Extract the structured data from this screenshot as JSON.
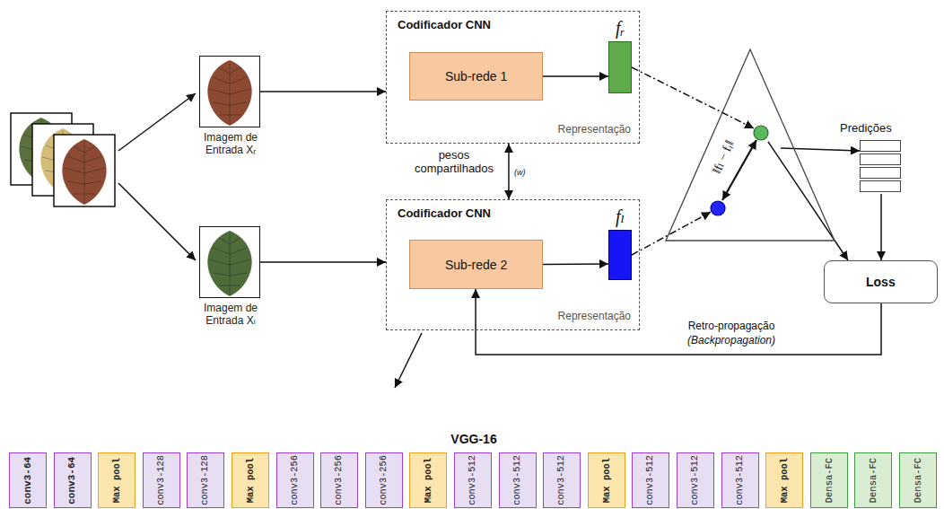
{
  "diagram": {
    "nodes": [
      {
        "text": [
          "Imagem de Entrada Xᵣ"
        ]
      },
      {
        "text": [
          "Imagem de Entrada Xₗ"
        ]
      },
      {
        "text": [
          "Codificador CNN"
        ]
      },
      {
        "text": [
          "Sub-rede 1"
        ],
        "in": 2
      },
      {
        "text": [
          "fᵣ",
          "Representação"
        ],
        "in": 2
      },
      {
        "text": [
          "Codificador CNN"
        ]
      },
      {
        "text": [
          "Sub-rede 2"
        ],
        "in": 5
      },
      {
        "text": [
          "fₗ",
          "Representação"
        ],
        "in": 5
      },
      {
        "text": [
          "‖fₗ − fᵣ‖"
        ]
      },
      {
        "text": [
          "Predições"
        ]
      },
      {
        "text": [
          "Loss"
        ]
      },
      {
        "text": [
          "conv3-64"
        ]
      },
      {
        "text": [
          "conv3-64"
        ]
      },
      {
        "text": [
          "Max pool"
        ]
      },
      {
        "text": [
          "conv3-128"
        ]
      },
      {
        "text": [
          "conv3-128"
        ]
      },
      {
        "text": [
          "Max pool"
        ]
      },
      {
        "text": [
          "conv3-256"
        ]
      },
      {
        "text": [
          "conv3-256"
        ]
      },
      {
        "text": [
          "conv3-256"
        ]
      },
      {
        "text": [
          "Max pool"
        ]
      },
      {
        "text": [
          "conv3-512"
        ]
      },
      {
        "text": [
          "conv3-512"
        ]
      },
      {
        "text": [
          "conv3-512"
        ]
      },
      {
        "text": [
          "Max pool"
        ]
      },
      {
        "text": [
          "conv3-512"
        ]
      },
      {
        "text": [
          "conv3-512"
        ]
      },
      {
        "text": [
          "conv3-512"
        ]
      },
      {
        "text": [
          "Max pool"
        ]
      },
      {
        "text": [
          "Densa-FC"
        ]
      },
      {
        "text": [
          "Densa-FC"
        ]
      },
      {
        "text": [
          "Densa-FC"
        ]
      }
    ],
    "edges": [
      {
        "from": 0,
        "to": 2,
        "arrow": "to"
      },
      {
        "from": 1,
        "to": 5,
        "arrow": "to"
      },
      {
        "from": 2,
        "to": 5,
        "arrow": "both",
        "label": "pesos compartilhados"
      },
      {
        "from": 3,
        "to": 4,
        "arrow": "to"
      },
      {
        "from": 6,
        "to": 7,
        "arrow": "to"
      },
      {
        "from": 4,
        "to": 8,
        "arrow": "to"
      },
      {
        "from": 7,
        "to": 8,
        "arrow": "to"
      },
      {
        "from": 8,
        "to": 9,
        "arrow": "to"
      },
      {
        "from": 8,
        "to": 10,
        "arrow": "to"
      },
      {
        "from": 9,
        "to": 10,
        "arrow": "to"
      },
      {
        "from": 10,
        "to": 6,
        "arrow": "to",
        "label": "Retro-propagação"
      }
    ],
    "labels": [
      "(w)",
      "(Backpropagation)",
      "VGG-16"
    ]
  }
}
